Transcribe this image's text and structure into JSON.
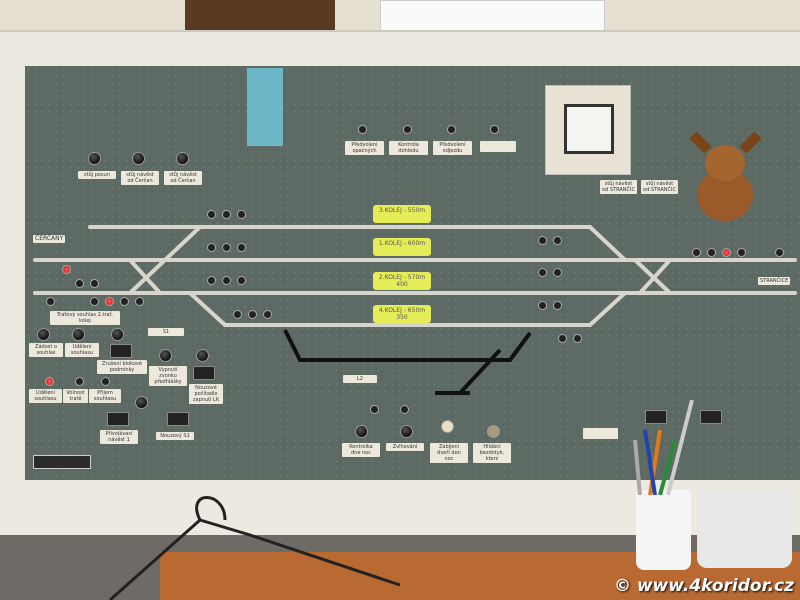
{
  "panel": {
    "station_left": "ČERČANY",
    "station_right": "STRANČICE",
    "track_labels": [
      {
        "line1": "3.KOLEJ - 550m",
        "line2": ""
      },
      {
        "line1": "1.KOLEJ - 600m",
        "line2": ""
      },
      {
        "line1": "2.KOLEJ - 570m",
        "line2": "400"
      },
      {
        "line1": "4.KOLEJ - 650m",
        "line2": "350"
      }
    ],
    "top_left_labels": [
      "stůj posun",
      "stůj návěst od Čerčan",
      "stůj návěst od Čerčan"
    ],
    "top_middle_labels": [
      "Předvoleni opačných",
      "Kontrola dohledu",
      "Předvolení odjezdu"
    ],
    "top_right_labels": [
      "stůj návěst od STRANČIC",
      "stůj návěst od STRANČIC"
    ],
    "left_control_labels": [
      "Traťový souhlas 2.trať. kolej",
      "Zádost o souhlas",
      "Udělení souhlasu",
      "Zrušení blokové podmínky",
      "Udělení souhlasu",
      "Volnost tratě",
      "Přijem souhlasu",
      "Vypnutí zvonku předhlášky",
      "Nouzové počítadlo zapnutí LK",
      "Přivolávací návěst 1",
      "Nouzový S1"
    ],
    "bottom_labels": [
      "Kontrolka dne noc",
      "Zvlhování",
      "Zabíjení dveří den noc",
      "Hlídání bezdotyk. kterz"
    ],
    "small_label_st1": "S1",
    "small_label_l2": "L2"
  },
  "watermark": "© www.4koridor.cz",
  "colors": {
    "panel": "#5d6a63",
    "track": "#d8d6cc",
    "yellow_label": "#e4ec58",
    "lamp_red": "#e02020"
  }
}
